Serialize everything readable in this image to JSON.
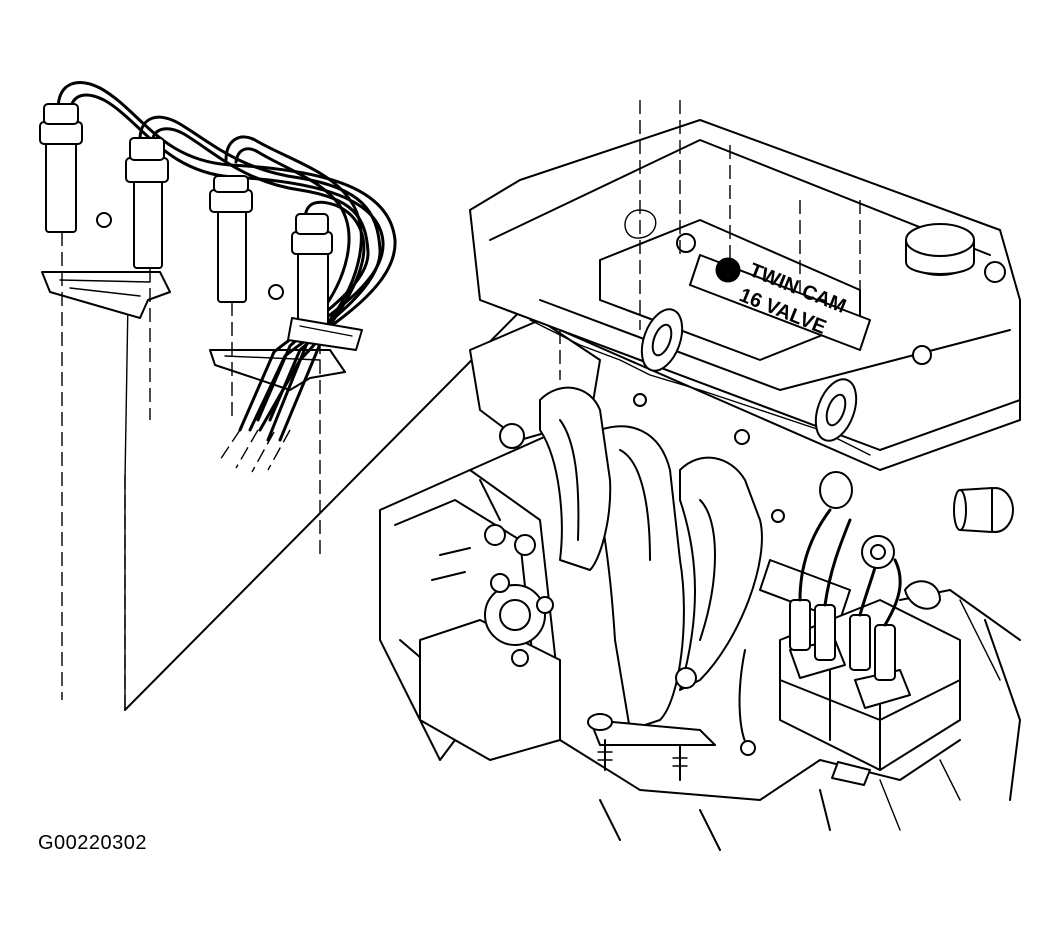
{
  "figure": {
    "id_label": "G00220302",
    "logo_line1": "TWIN CAM",
    "logo_line2": "16 VALVE"
  },
  "parts": [
    "ignition-wire-1",
    "ignition-wire-2",
    "ignition-wire-3",
    "ignition-wire-4",
    "wire-retainer-clip",
    "mounting-bracket",
    "valve-cover",
    "oil-filler-cap",
    "exhaust-manifold",
    "ignition-coil-module",
    "engine-block"
  ]
}
